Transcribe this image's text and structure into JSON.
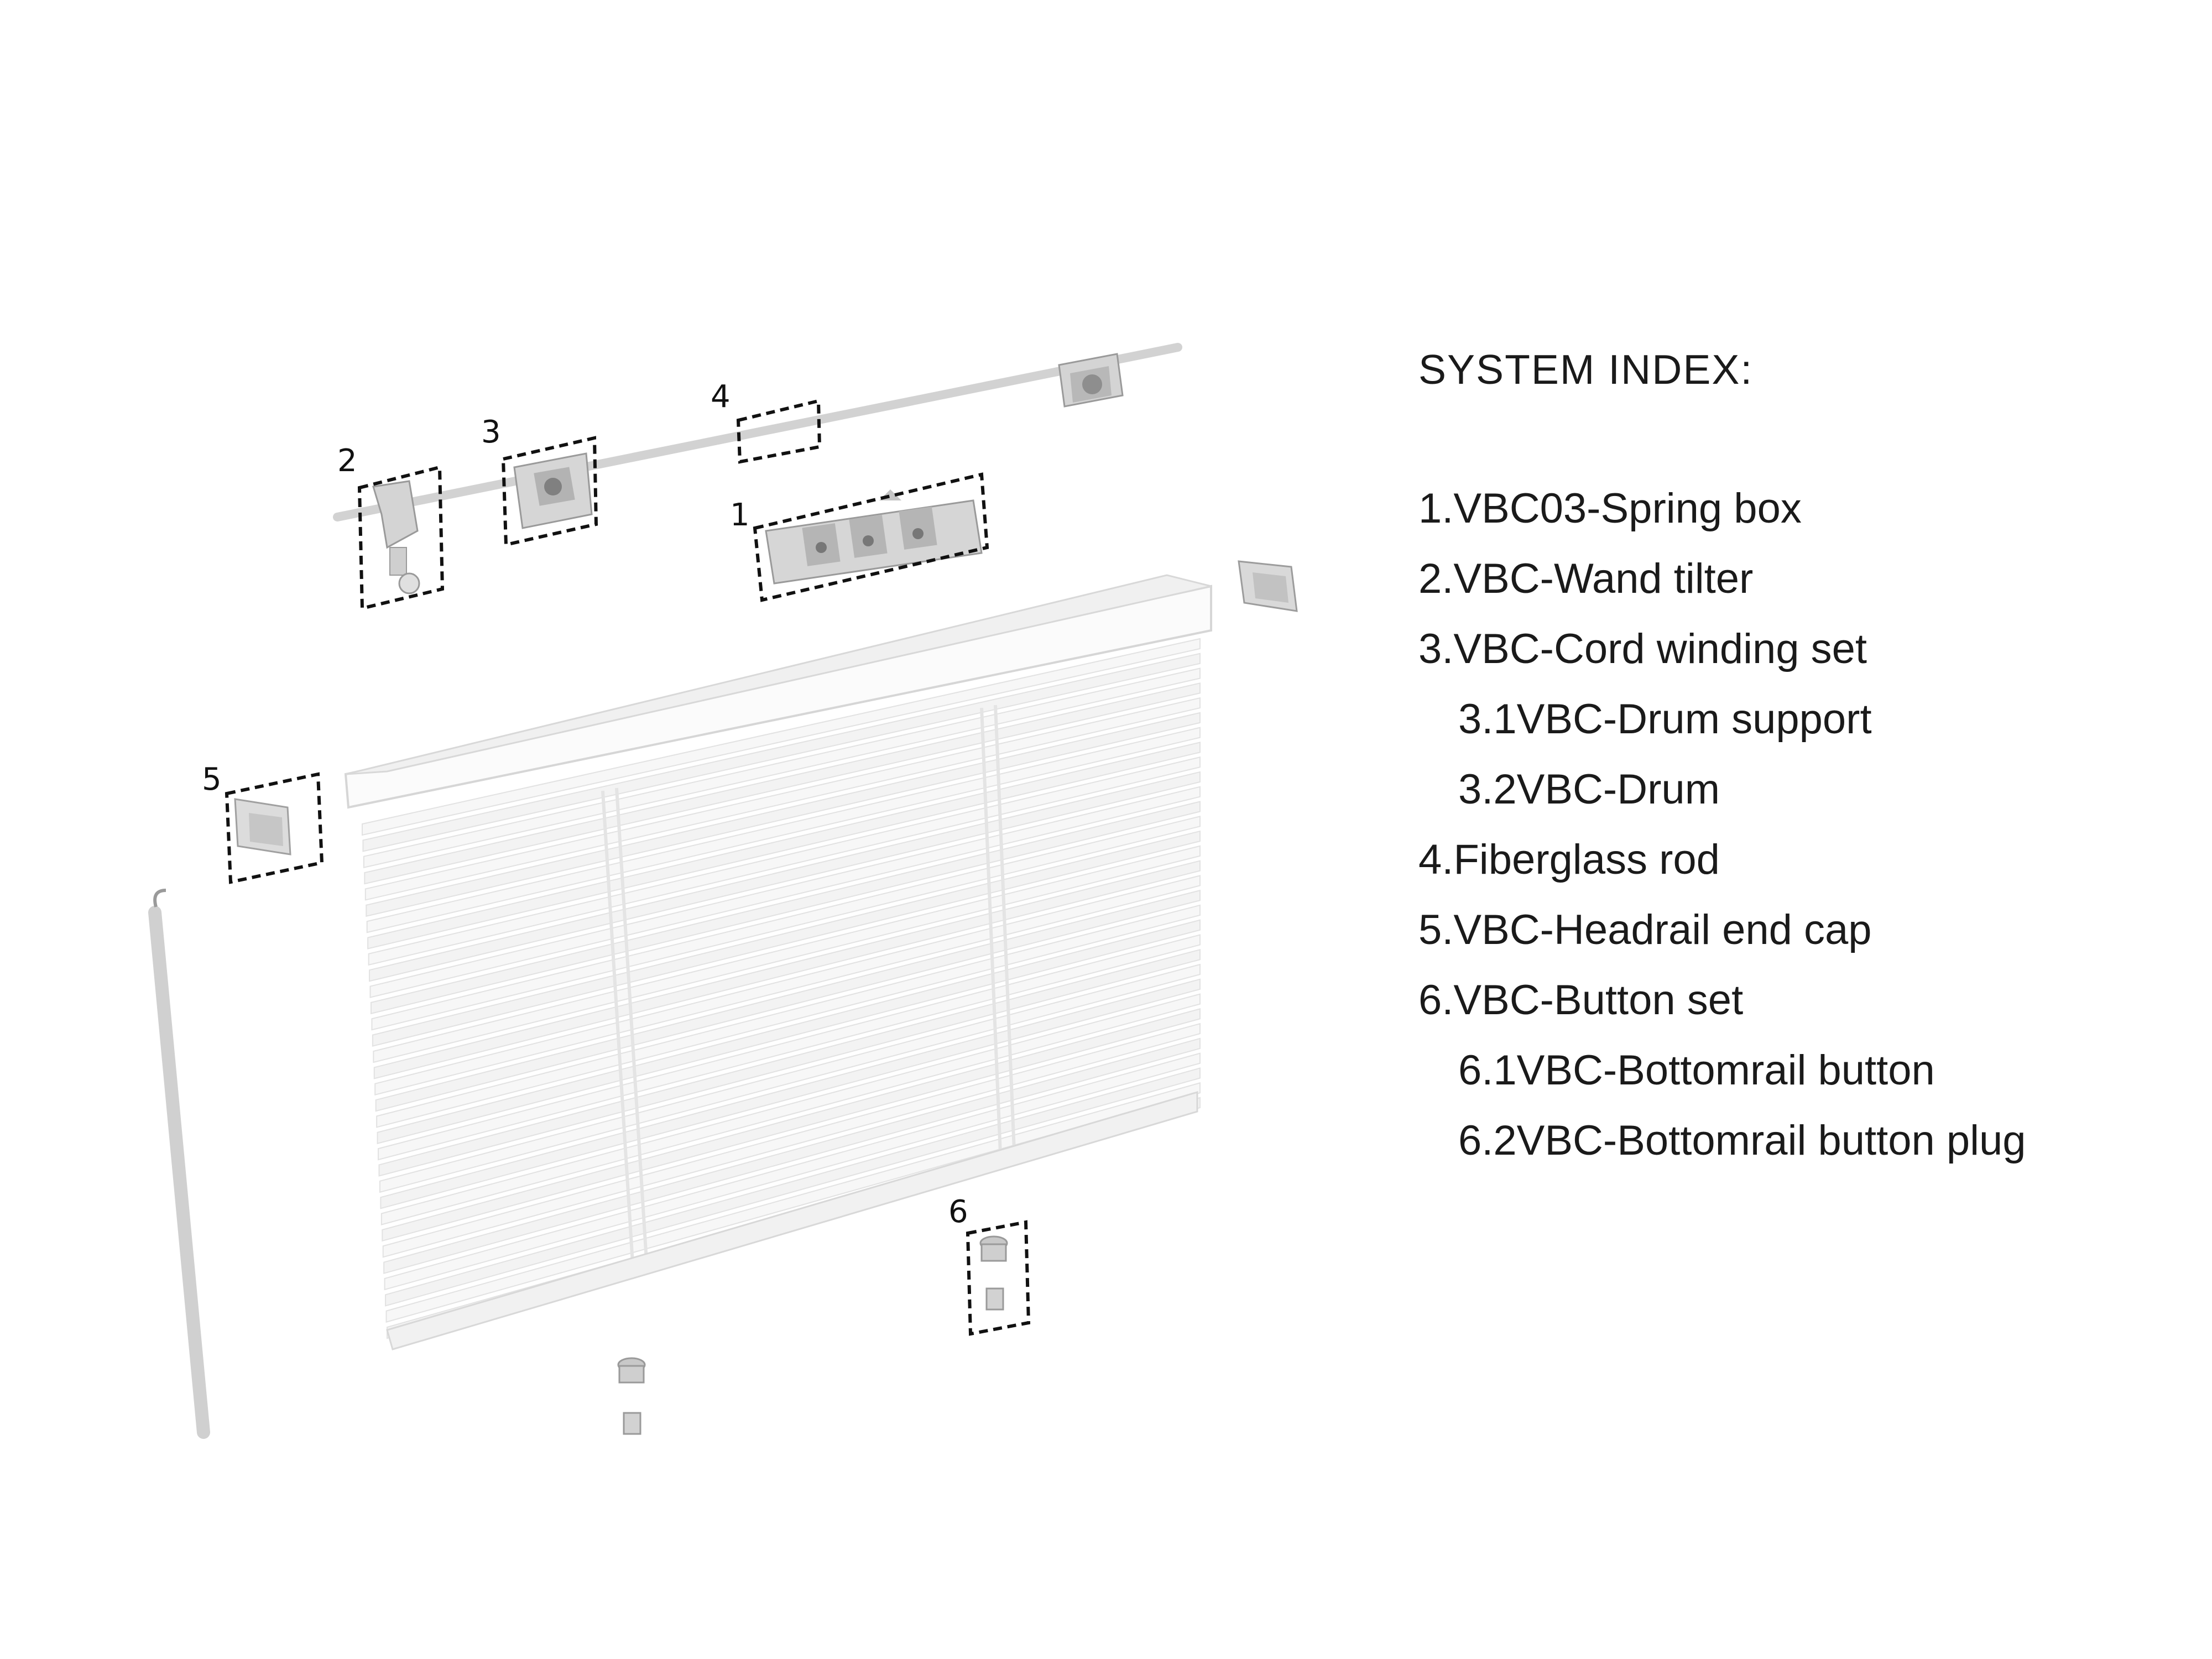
{
  "legend": {
    "title": "SYSTEM INDEX:",
    "items": [
      {
        "text": "1.VBC03-Spring box",
        "sub": false
      },
      {
        "text": "2.VBC-Wand tilter",
        "sub": false
      },
      {
        "text": "3.VBC-Cord winding set",
        "sub": false
      },
      {
        "text": "3.1VBC-Drum support",
        "sub": true
      },
      {
        "text": "3.2VBC-Drum",
        "sub": true
      },
      {
        "text": "4.Fiberglass rod",
        "sub": false
      },
      {
        "text": "5.VBC-Headrail end cap",
        "sub": false
      },
      {
        "text": "6.VBC-Button set",
        "sub": false
      },
      {
        "text": "6.1VBC-Bottomrail button",
        "sub": true
      },
      {
        "text": "6.2VBC-Bottomrail button plug",
        "sub": true
      }
    ]
  },
  "callouts": {
    "c1": "1",
    "c2": "2",
    "c3": "3",
    "c4": "4",
    "c5": "5",
    "c6": "6"
  },
  "colors": {
    "part_gray": "#cfcfcf",
    "slat_white": "#f6f6f6",
    "dashed_box": "#111111"
  }
}
